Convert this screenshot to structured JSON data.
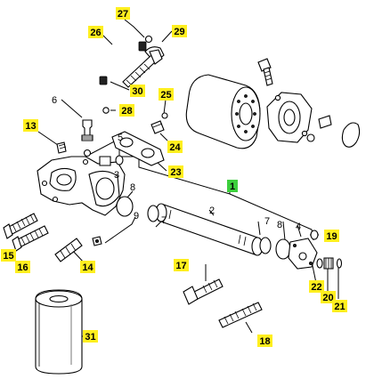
{
  "callouts": {
    "c1": "1",
    "c2": "2",
    "c3": "3",
    "c4": "4",
    "c5": "5",
    "c6": "6",
    "c7a": "7",
    "c7b": "7",
    "c8a": "8",
    "c8b": "8",
    "c9": "9",
    "c13": "13",
    "c14": "14",
    "c15": "15",
    "c16": "16",
    "c17": "17",
    "c18": "18",
    "c19": "19",
    "c20": "20",
    "c21": "21",
    "c22": "22",
    "c23": "23",
    "c24": "24",
    "c25": "25",
    "c26": "26",
    "c27": "27",
    "c28": "28",
    "c29": "29",
    "c30": "30",
    "c31": "31"
  },
  "colors": {
    "highlight": "#ffef1f",
    "highlight_green": "#3ccf3c",
    "line": "#000000"
  }
}
